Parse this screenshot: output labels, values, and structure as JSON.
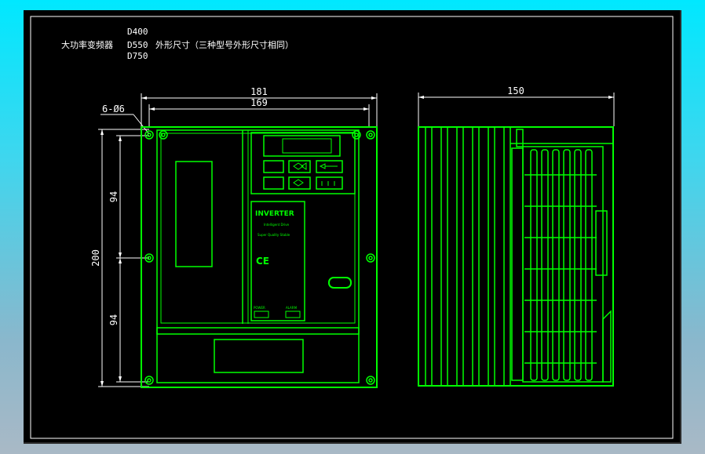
{
  "title": {
    "product": "大功率变频器",
    "models": [
      "D400",
      "D550",
      "D750"
    ],
    "description": "外形尺寸（三种型号外形尺寸相同）"
  },
  "dimensions": {
    "width_outer": "181",
    "width_holes": "169",
    "height_total": "200",
    "height_half_upper": "94",
    "height_half_lower": "94",
    "depth": "150",
    "hole_callout": "6-Ø6"
  },
  "nameplate": {
    "brand": "INVERTER",
    "line2": "Intelligent Drive",
    "line3": "Super Quality Stable",
    "ce_mark": "CE",
    "bottom_left": "POWER",
    "bottom_right": "ALARM"
  },
  "colors": {
    "line_primary": "#00ff00",
    "line_secondary": "#ffffff",
    "background": "#000000"
  }
}
